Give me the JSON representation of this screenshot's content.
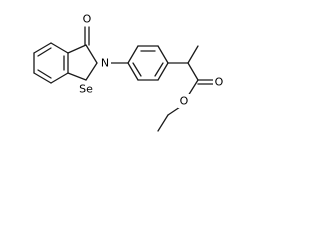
{
  "molecule": {
    "atoms": {
      "oxygen_carbonyl_ring": "O",
      "nitrogen": "N",
      "selenium": "Se",
      "oxygen_carbonyl_ester": "O",
      "oxygen_ester": "O"
    }
  }
}
